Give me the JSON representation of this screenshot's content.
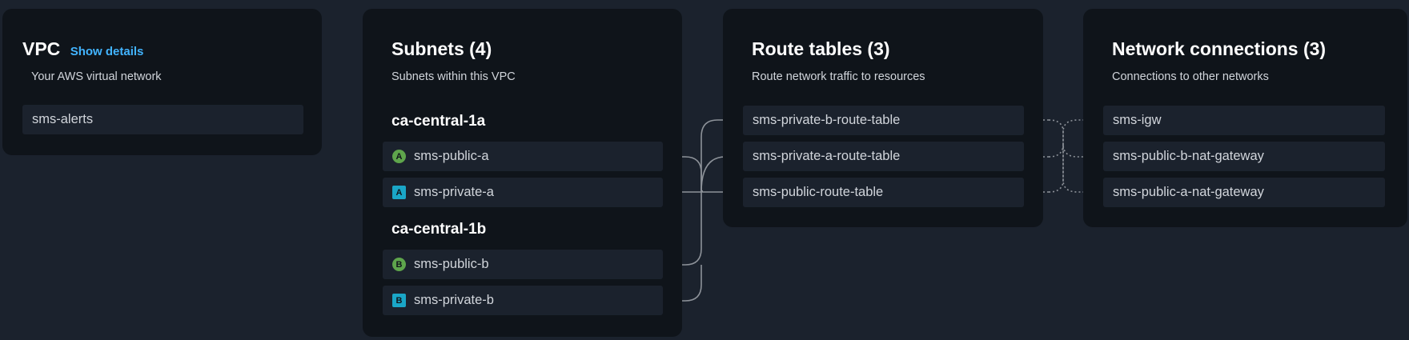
{
  "vpc": {
    "title": "VPC",
    "show_details": "Show details",
    "subtitle": "Your AWS virtual network",
    "name": "sms-alerts"
  },
  "subnets": {
    "title": "Subnets (4)",
    "subtitle": "Subnets within this VPC",
    "zones": [
      {
        "name": "ca-central-1a",
        "items": [
          {
            "badge": "A",
            "kind": "public",
            "name": "sms-public-a"
          },
          {
            "badge": "A",
            "kind": "private",
            "name": "sms-private-a"
          }
        ]
      },
      {
        "name": "ca-central-1b",
        "items": [
          {
            "badge": "B",
            "kind": "public",
            "name": "sms-public-b"
          },
          {
            "badge": "B",
            "kind": "private",
            "name": "sms-private-b"
          }
        ]
      }
    ]
  },
  "route_tables": {
    "title": "Route tables (3)",
    "subtitle": "Route network traffic to resources",
    "items": [
      "sms-private-b-route-table",
      "sms-private-a-route-table",
      "sms-public-route-table"
    ]
  },
  "network_connections": {
    "title": "Network connections (3)",
    "subtitle": "Connections to other networks",
    "items": [
      "sms-igw",
      "sms-public-b-nat-gateway",
      "sms-public-a-nat-gateway"
    ]
  },
  "colors": {
    "background": "#1b222d",
    "panel": "#0f141a",
    "row": "#1b222d",
    "link_accent": "#42b4ff",
    "public_badge": "#5ea54c",
    "private_badge": "#1aa6c7",
    "connector": "#8d9299"
  }
}
